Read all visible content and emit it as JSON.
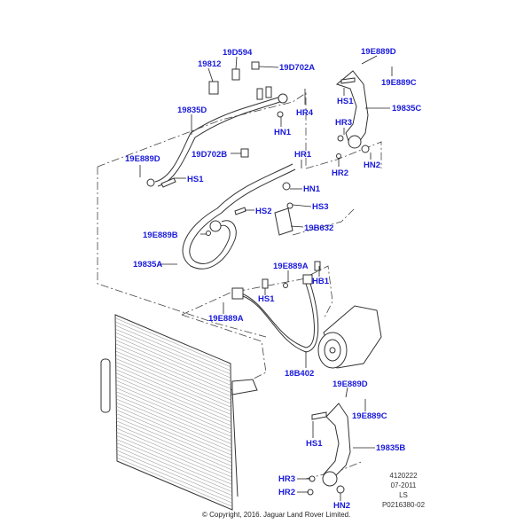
{
  "diagram": {
    "title": "Air Conditioning Condenser, Compressor and Refrigerant Lines",
    "callouts": {
      "c_19D594": "19D594",
      "c_19812": "19812",
      "c_19D702A": "19D702A",
      "c_19835D": "19835D",
      "c_HR4": "HR4",
      "c_HN1_top": "HN1",
      "c_19E889D_top": "19E889D",
      "c_19E889C_top": "19E889C",
      "c_HS1_top_right": "HS1",
      "c_19835C": "19835C",
      "c_HR3_top": "HR3",
      "c_HR2_top": "HR2",
      "c_HN2_top": "HN2",
      "c_19E889D_left": "19E889D",
      "c_HS1_left": "HS1",
      "c_19D702B": "19D702B",
      "c_HR1": "HR1",
      "c_HN1_mid": "HN1",
      "c_HS2": "HS2",
      "c_HS3": "HS3",
      "c_19B632": "19B632",
      "c_19E889B": "19E889B",
      "c_19835A": "19835A",
      "c_19E889A_upper": "19E889A",
      "c_HB1": "HB1",
      "c_HS1_mid": "HS1",
      "c_19E889A_lower": "19E889A",
      "c_18B402": "18B402",
      "c_19E889D_bottom": "19E889D",
      "c_19E889C_bottom": "19E889C",
      "c_HS1_bottom": "HS1",
      "c_19835B": "19835B",
      "c_HR3_bottom": "HR3",
      "c_HR2_bottom": "HR2",
      "c_HN2_bottom": "HN2"
    },
    "info_block": {
      "number": "4120222",
      "date": "07-2011",
      "initials": "LS",
      "reference": "P0216380-02"
    },
    "copyright": "© Copyright, 2016. Jaguar Land Rover Limited.",
    "colors": {
      "callout": "#1a1adc",
      "lines": "#333333",
      "background": "#ffffff"
    }
  }
}
